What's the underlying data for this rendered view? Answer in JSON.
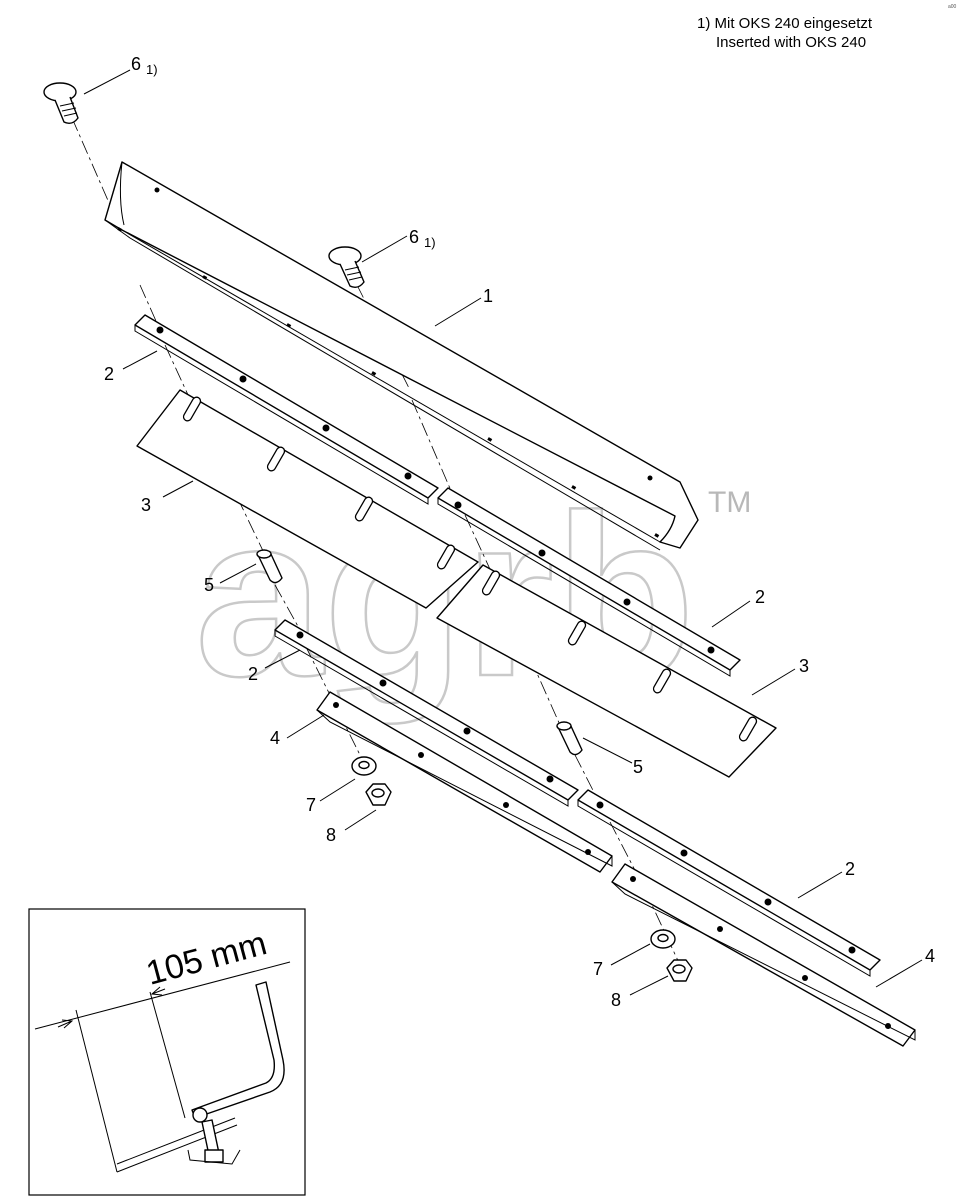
{
  "watermark": {
    "brand": "agrb",
    "trademark": "TM"
  },
  "corner_code": "a00",
  "footnote": {
    "line1": "1) Mit OKS 240 eingesetzt",
    "line2": "Inserted with OKS 240"
  },
  "callouts": {
    "c1": "1",
    "c2a": "2",
    "c2b": "2",
    "c2c": "2",
    "c2d": "2",
    "c3a": "3",
    "c3b": "3",
    "c4a": "4",
    "c4b": "4",
    "c5a": "5",
    "c5b": "5",
    "c6a": "6",
    "c6b": "6",
    "c6a_note": "1)",
    "c6b_note": "1)",
    "c7a": "7",
    "c7b": "7",
    "c8a": "8",
    "c8b": "8"
  },
  "inset": {
    "dimension": "105 mm"
  }
}
